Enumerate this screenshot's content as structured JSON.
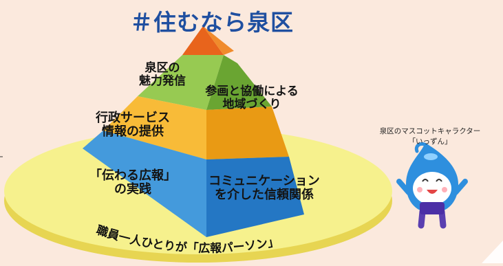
{
  "title": "＃住むなら泉区",
  "pyramid": {
    "apex_color": "#ef6c1e",
    "tiers": [
      {
        "lines": [
          "泉区の",
          "魅力発信"
        ],
        "color": "#8cc43f"
      },
      {
        "lines": [
          "参画と協働による",
          "地域づくり"
        ],
        "color": "#7ab33a"
      },
      {
        "lines": [
          "行政サービス",
          "情報の提供"
        ],
        "color": "#f7b21d"
      },
      {
        "lines": [
          "「伝わる広報」",
          "の実践"
        ],
        "color": "#2f8fd8"
      },
      {
        "lines": [
          "コミュニケーション",
          "を介した信頼関係"
        ],
        "color": "#2f8fd8"
      }
    ],
    "base_text": "職員一人ひとりが「広報パーソン」",
    "base_color": "#f7f28e"
  },
  "mascot": {
    "caption_line1": "泉区のマスコットキャラクター",
    "caption_line2": "「いっずん」",
    "body_color": "#2e8fde",
    "face_color": "#ffffff"
  }
}
